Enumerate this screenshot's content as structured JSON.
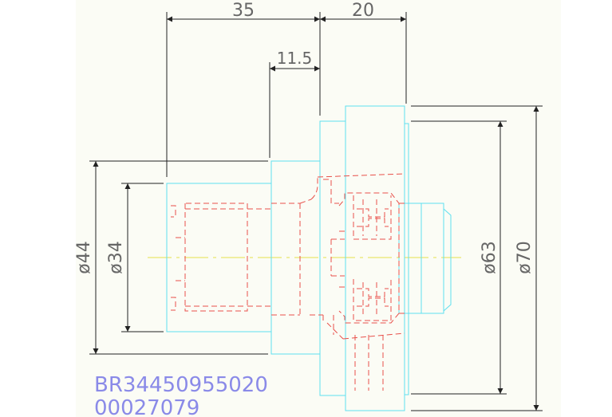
{
  "drawing": {
    "dimensions": {
      "length_35": "35",
      "length_20": "20",
      "length_11_5": "11.5",
      "dia_44": "ø44",
      "dia_34": "ø34",
      "dia_63": "ø63",
      "dia_70": "ø70"
    },
    "part_number": "BR34450955020",
    "serial_number": "00027079",
    "colors": {
      "outline": "#5fe0f0",
      "hidden": "#e8504a",
      "centerline": "#e6e04a",
      "dimension": "#222222",
      "label": "#8a8ae8"
    }
  }
}
